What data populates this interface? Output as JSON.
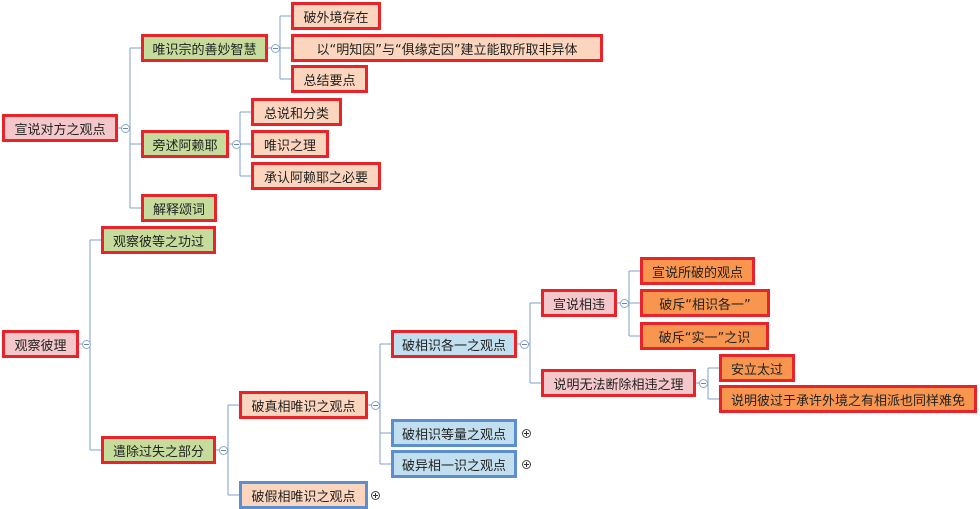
{
  "nodes": {
    "n1": "宣说对方之观点",
    "n1a": "唯识宗的善妙智慧",
    "n1a1": "破外境存在",
    "n1a2": "以“明知因”与“俱缘定因”建立能取所取非异体",
    "n1a3": "总结要点",
    "n1b": "旁述阿赖耶",
    "n1b1": "总说和分类",
    "n1b2": "唯识之理",
    "n1b3": "承认阿赖耶之必要",
    "n1c": "解释颂词",
    "n2": "观察彼理",
    "n2a": "观察彼等之功过",
    "n2b": "遣除过失之部分",
    "n2b1": "破真相唯识之观点",
    "n2b1a": "破相识各一之观点",
    "n2b1a1": "宣说相违",
    "n2b1a1a": "宣说所破的观点",
    "n2b1a1b": "破斥“相识各一”",
    "n2b1a1c": "破斥“实一”之识",
    "n2b1a2": "说明无法断除相违之理",
    "n2b1a2a": "安立太过",
    "n2b1a2b": "说明彼过于承许外境之有相派也同样难免",
    "n2b1b": "破相识等量之观点",
    "n2b1c": "破异相一识之观点",
    "n2b2": "破假相唯识之观点"
  },
  "colors": {
    "red_border": "#e8242a",
    "blue_border": "#5b8fd0",
    "pink_fill": "#f4c8cb",
    "green_fill": "#c5dc9c",
    "peach_fill": "#fbd5bd",
    "orange_fill": "#f89650",
    "light_blue_fill": "#c2dff0",
    "connector": "#7f9fcb"
  }
}
